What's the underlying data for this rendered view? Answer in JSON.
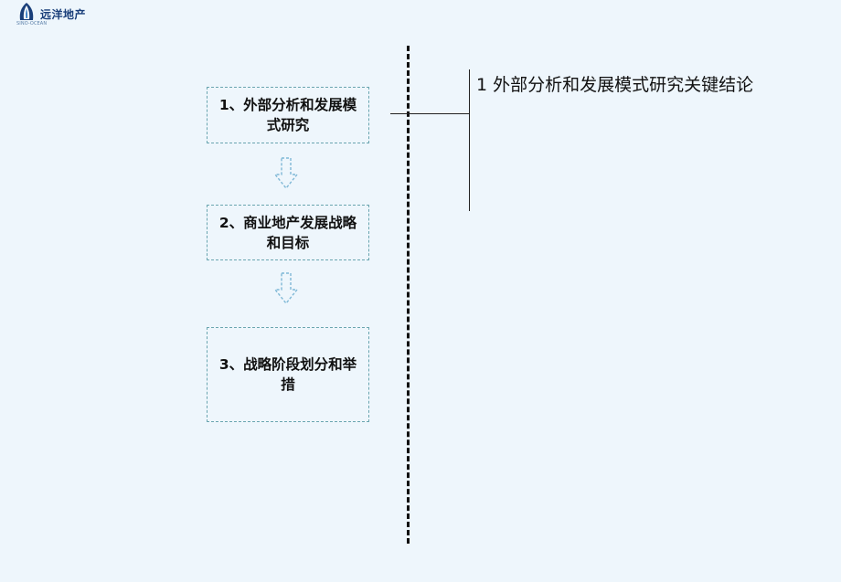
{
  "logo": {
    "name": "远洋地产",
    "sub": "SINO-OCEAN"
  },
  "flow": {
    "steps": [
      {
        "label": "1、外部分析和发展模式研究"
      },
      {
        "label": "2、商业地产发展战略和目标"
      },
      {
        "label": "3、战略阶段划分和举措"
      }
    ]
  },
  "conclusion": {
    "title": "1  外部分析和发展模式研究关键结论"
  },
  "colors": {
    "background": "#eef6fc",
    "box_border": "#6aa5b0",
    "arrow": "#7fb8d6",
    "logo_blue": "#1a3f7a"
  }
}
